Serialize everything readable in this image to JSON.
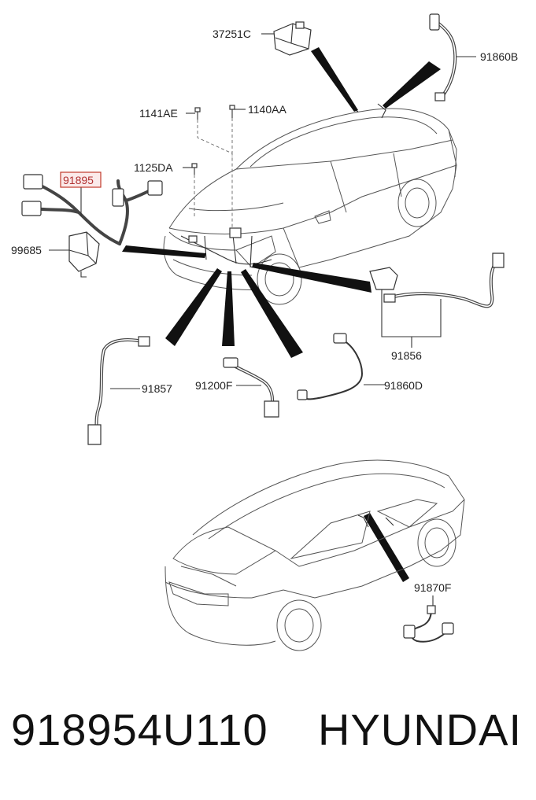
{
  "diagram": {
    "labels": {
      "l37251C": "37251C",
      "l91860B": "91860B",
      "l1141AE": "1141AE",
      "l1140AA": "1140AA",
      "l1125DA": "1125DA",
      "l91895": "91895",
      "l99685": "99685",
      "l91856": "91856",
      "l91857": "91857",
      "l91200F": "91200F",
      "l91860D": "91860D",
      "l91870F": "91870F"
    },
    "highlight_color": "#c0392b"
  },
  "footer": {
    "part_number": "918954U110",
    "brand": "HYUNDAI"
  }
}
